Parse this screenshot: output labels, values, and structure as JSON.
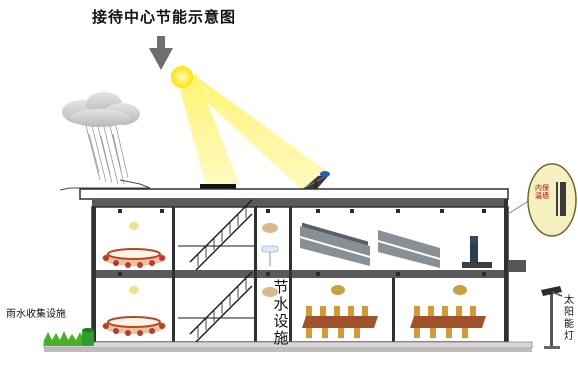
{
  "title": "接待中心节能示意图",
  "labels": {
    "rainwater_collection": "雨水收集设施",
    "water_saving_facility": "节水设施",
    "solar_street_light": "太阳能灯",
    "wall_insulation": "内保温墙"
  },
  "colors": {
    "building_outline": "#303030",
    "floor_slab": "#5a5a5a",
    "stair": "#1a1a1a",
    "sunbeam": "#fff36a",
    "sun": "#ffe300",
    "grass": "#4caf2a",
    "bin": "#2e9e2e",
    "callout_fill": "#f5f0bf",
    "table_wood": "#a0522d"
  }
}
